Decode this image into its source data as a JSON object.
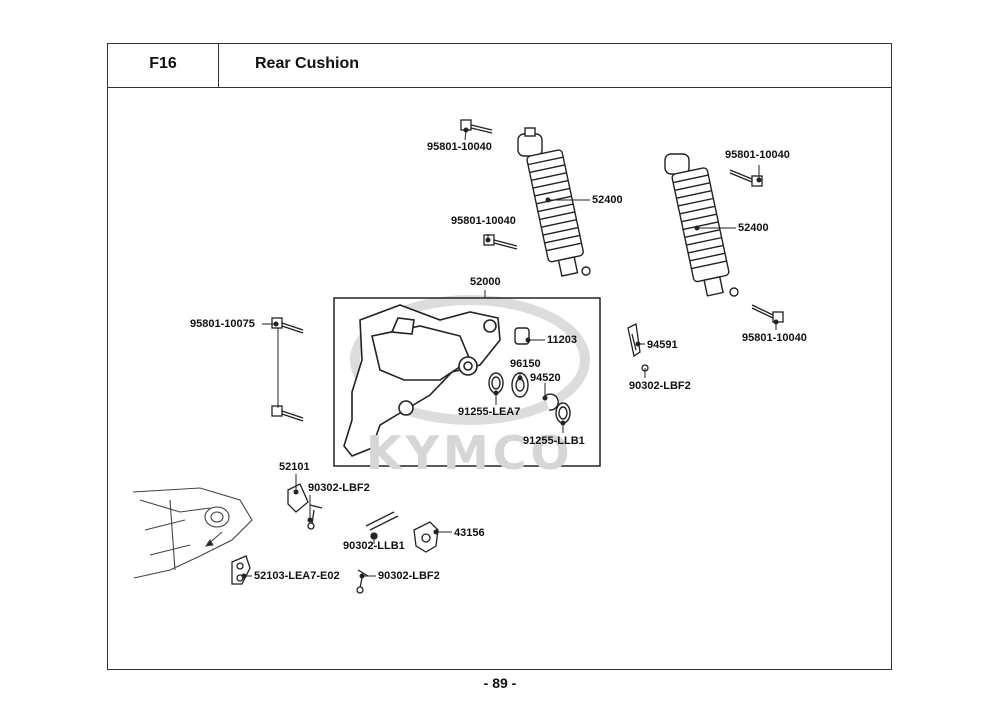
{
  "header": {
    "section_code": "F16",
    "title": "Rear Cushion"
  },
  "footer": {
    "page_number": "- 89 -"
  },
  "watermark": "KYMCO",
  "parts": [
    {
      "id": "p1",
      "label": "95801-10040"
    },
    {
      "id": "p2",
      "label": "52400"
    },
    {
      "id": "p3",
      "label": "95801-10040"
    },
    {
      "id": "p4",
      "label": "52400"
    },
    {
      "id": "p5",
      "label": "95801-10040"
    },
    {
      "id": "p6",
      "label": "95801-10040"
    },
    {
      "id": "p7",
      "label": "52000"
    },
    {
      "id": "p8",
      "label": "95801-10075"
    },
    {
      "id": "p9",
      "label": "11203"
    },
    {
      "id": "p10",
      "label": "96150"
    },
    {
      "id": "p11",
      "label": "94520"
    },
    {
      "id": "p12",
      "label": "91255-LEA7"
    },
    {
      "id": "p13",
      "label": "91255-LLB1"
    },
    {
      "id": "p14",
      "label": "94591"
    },
    {
      "id": "p15",
      "label": "90302-LBF2"
    },
    {
      "id": "p16",
      "label": "52101"
    },
    {
      "id": "p17",
      "label": "90302-LBF2"
    },
    {
      "id": "p18",
      "label": "90302-LLB1"
    },
    {
      "id": "p19",
      "label": "43156"
    },
    {
      "id": "p20",
      "label": "52103-LEA7-E02"
    },
    {
      "id": "p21",
      "label": "90302-LBF2"
    }
  ]
}
